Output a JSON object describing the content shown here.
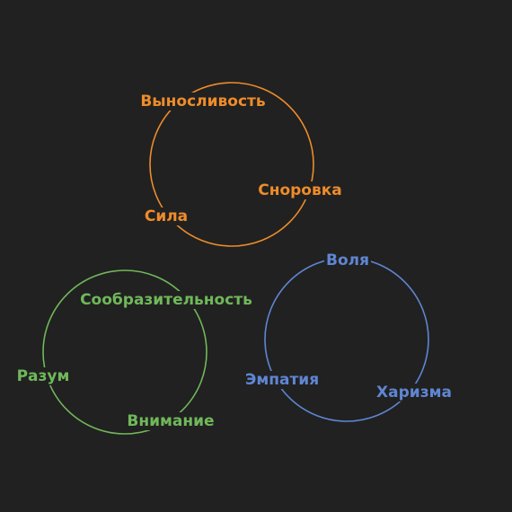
{
  "groups": [
    {
      "color": "#ee8c2a",
      "labels": [
        "Выносливость",
        "Сноровка",
        "Сила"
      ]
    },
    {
      "color": "#70b85a",
      "labels": [
        "Сообразительность",
        "Разум",
        "Внимание"
      ]
    },
    {
      "color": "#5f86d3",
      "labels": [
        "Воля",
        "Эмпатия",
        "Харизма"
      ]
    }
  ]
}
